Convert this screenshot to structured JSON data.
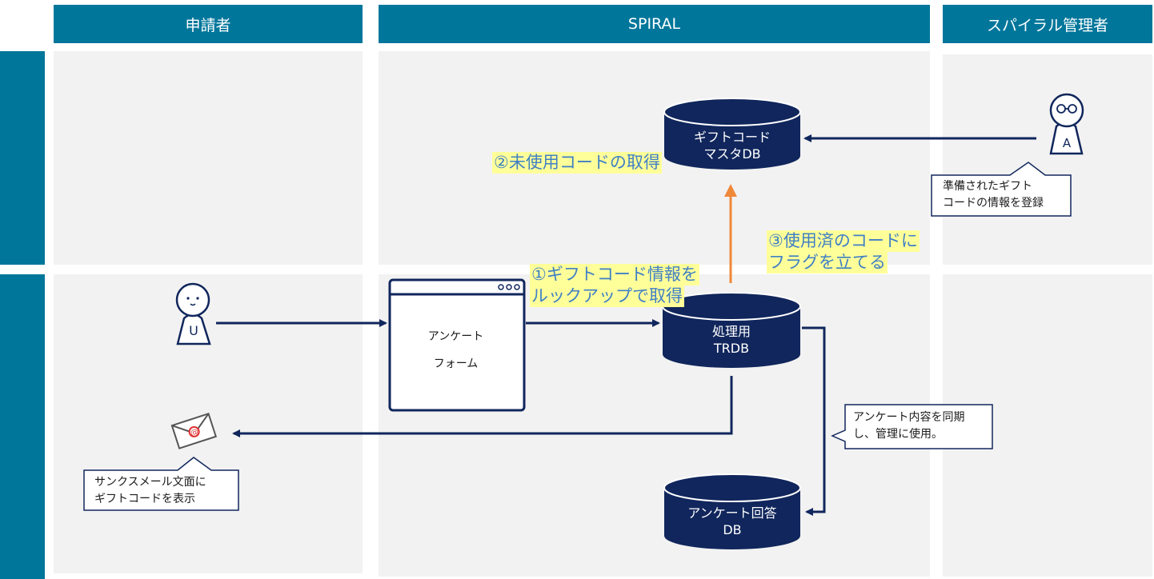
{
  "lanes": {
    "applicant": "申請者",
    "spiral": "SPIRAL",
    "admin": "スパイラル管理者"
  },
  "databases": {
    "gift_master": [
      "ギフトコード",
      "マスタDB"
    ],
    "processing": [
      "処理用",
      "TRDB"
    ],
    "survey_answer": [
      "アンケート回答",
      "DB"
    ]
  },
  "form": {
    "line1": "アンケート",
    "line2": "フォーム"
  },
  "steps": {
    "step1": [
      "①ギフトコード情報を",
      "ルックアップで取得"
    ],
    "step2": "②未使用コードの取得",
    "step3": [
      "③使用済のコードに",
      "フラグを立てる"
    ]
  },
  "callouts": {
    "admin_register": [
      "準備されたギフト",
      "コードの情報を登録"
    ],
    "sync": [
      "アンケート内容を同期",
      "し、管理に使用。"
    ],
    "thanks_mail": [
      "サンクスメール文面に",
      "ギフトコードを表示"
    ]
  },
  "actors": {
    "user_letter": "U",
    "admin_letter": "A"
  },
  "colors": {
    "lane_blue": "#00769b",
    "db_navy": "#10265c",
    "arrow_navy": "#10265c",
    "arrow_orange": "#f0883a",
    "highlight_yellow": "#ffff9a",
    "step_text_blue": "#3f7fc4",
    "mail_red": "#e03030"
  }
}
